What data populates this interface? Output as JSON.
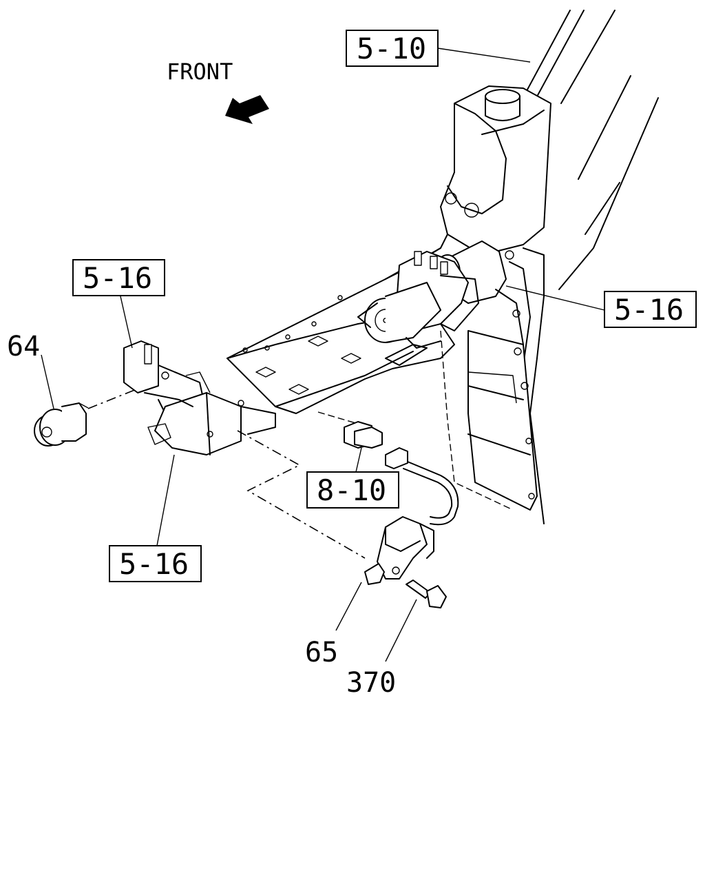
{
  "direction": {
    "label": "FRONT"
  },
  "reference_boxes": [
    {
      "id": "ref-frame-top",
      "label": "5-10"
    },
    {
      "id": "ref-bracket-left",
      "label": "5-16"
    },
    {
      "id": "ref-bracket-right",
      "label": "5-16"
    },
    {
      "id": "ref-bracket-bottom",
      "label": "5-16"
    },
    {
      "id": "ref-harness",
      "label": "8-10"
    }
  ],
  "part_numbers": [
    {
      "id": "part-64",
      "label": "64"
    },
    {
      "id": "part-65",
      "label": "65"
    },
    {
      "id": "part-370",
      "label": "370"
    }
  ],
  "colors": {
    "line": "#000000",
    "background": "#ffffff"
  }
}
